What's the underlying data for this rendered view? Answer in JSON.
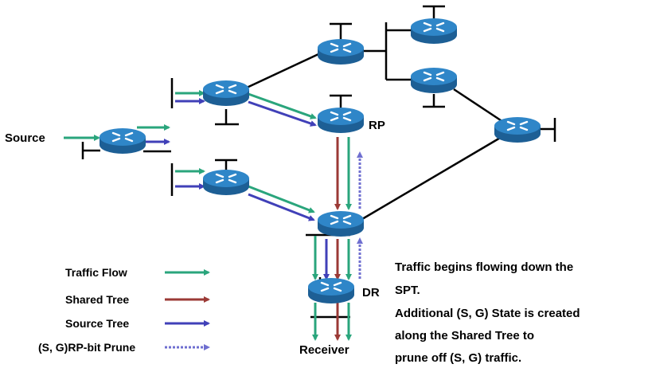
{
  "colors": {
    "traffic": "#2aa57c",
    "shared": "#9b3a36",
    "source": "#4040b8",
    "prune": "#6f6fd0",
    "router_top": "#2f86c8",
    "router_side": "#1d5f95",
    "link": "#000000"
  },
  "labels": {
    "source": "Source",
    "rp": "RP",
    "dr": "DR",
    "receiver": "Receiver"
  },
  "legend": [
    {
      "label": "Traffic Flow",
      "kind": "traffic"
    },
    {
      "label": "Shared Tree",
      "kind": "shared"
    },
    {
      "label": "Source Tree",
      "kind": "source"
    },
    {
      "label": "(S, G)RP-bit Prune",
      "kind": "prune"
    }
  ],
  "description_lines": [
    "Traffic begins flowing down the",
    "SPT.",
    "Additional (S, G) State is created",
    "along the Shared Tree to",
    "prune off (S, G) traffic."
  ]
}
